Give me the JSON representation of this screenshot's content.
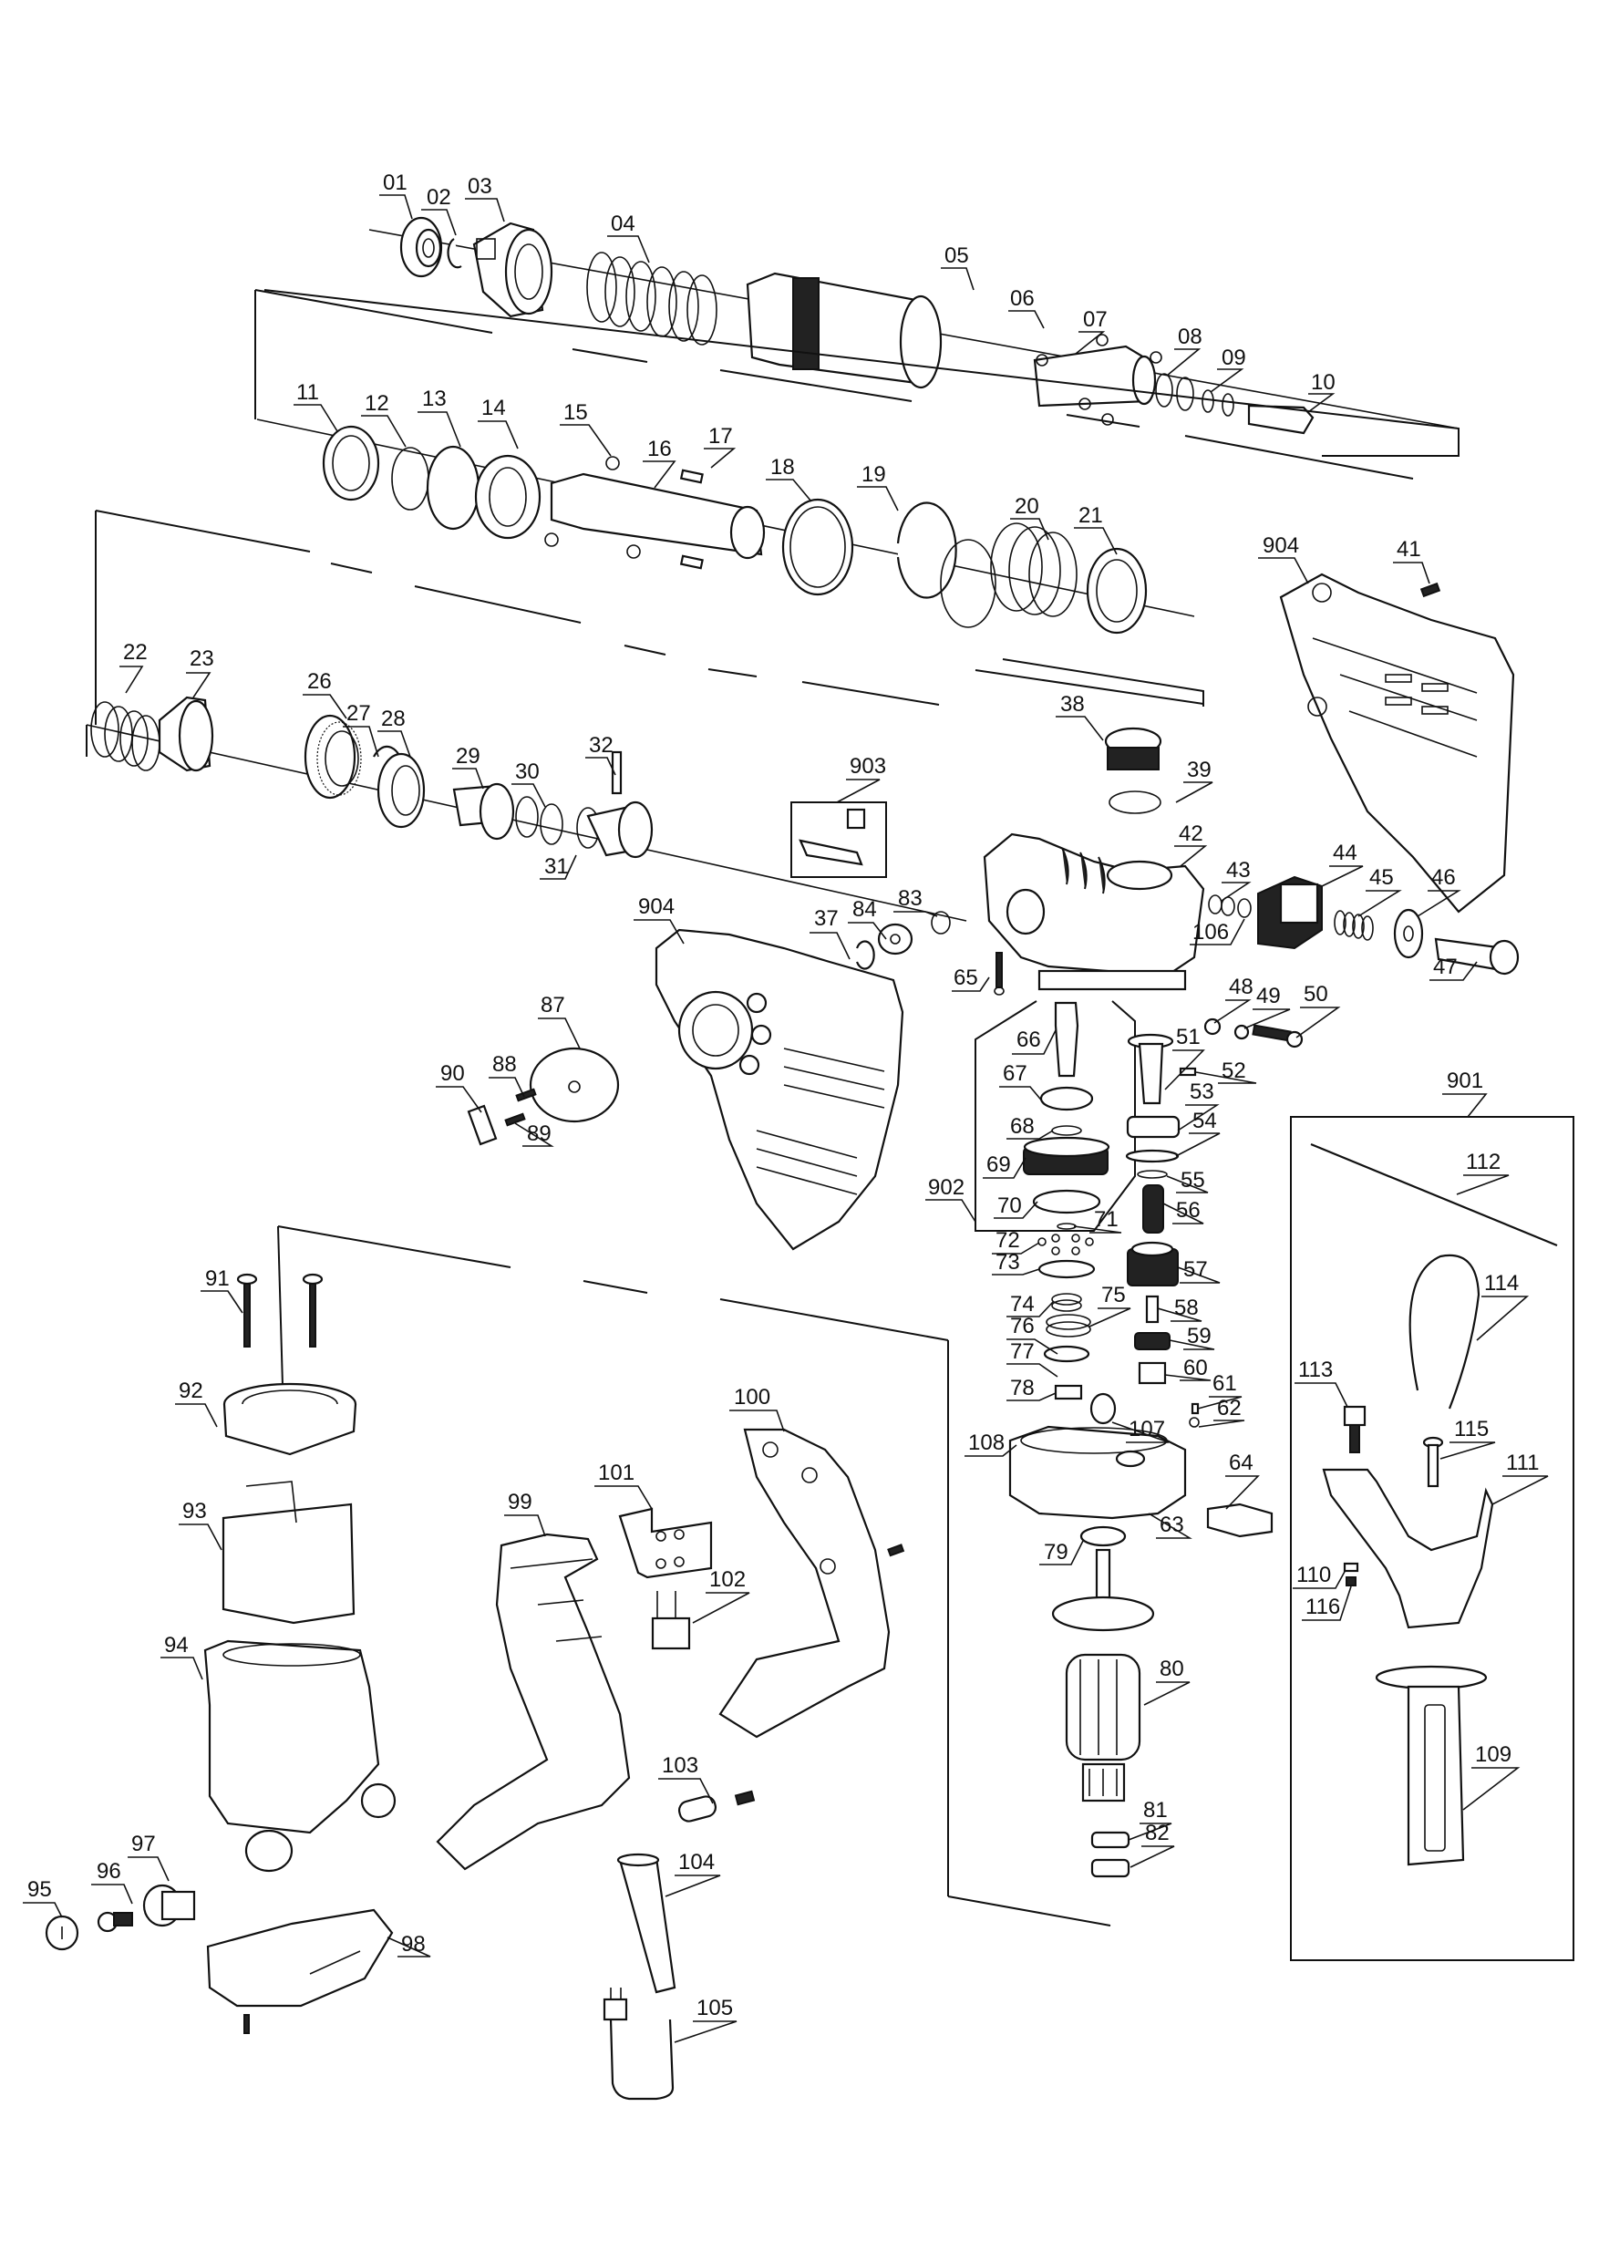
{
  "diagram": {
    "title": "Rotary hammer drill exploded parts diagram",
    "background": "#ffffff",
    "ink": "#111111"
  },
  "labels": {
    "p01": "01",
    "p02": "02",
    "p03": "03",
    "p04": "04",
    "p05": "05",
    "p06": "06",
    "p07": "07",
    "p08": "08",
    "p09": "09",
    "p10": "10",
    "p11": "11",
    "p12": "12",
    "p13": "13",
    "p14": "14",
    "p15": "15",
    "p16": "16",
    "p17": "17",
    "p18": "18",
    "p19": "19",
    "p20": "20",
    "p21": "21",
    "p22": "22",
    "p23": "23",
    "p26": "26",
    "p27": "27",
    "p28": "28",
    "p29": "29",
    "p30": "30",
    "p31": "31",
    "p32": "32",
    "p37": "37",
    "p38": "38",
    "p39": "39",
    "p41": "41",
    "p42": "42",
    "p43": "43",
    "p44": "44",
    "p45": "45",
    "p46": "46",
    "p47": "47",
    "p48": "48",
    "p49": "49",
    "p50": "50",
    "p51": "51",
    "p52": "52",
    "p53": "53",
    "p54": "54",
    "p55": "55",
    "p56": "56",
    "p57": "57",
    "p58": "58",
    "p59": "59",
    "p60": "60",
    "p61": "61",
    "p62": "62",
    "p63": "63",
    "p64": "64",
    "p65": "65",
    "p66": "66",
    "p67": "67",
    "p68": "68",
    "p69": "69",
    "p70": "70",
    "p71": "71",
    "p72": "72",
    "p73": "73",
    "p74": "74",
    "p75": "75",
    "p76": "76",
    "p77": "77",
    "p78": "78",
    "p79": "79",
    "p80": "80",
    "p81": "81",
    "p82": "82",
    "p83": "83",
    "p84": "84",
    "p87": "87",
    "p88": "88",
    "p89": "89",
    "p90": "90",
    "p91": "91",
    "p92": "92",
    "p93": "93",
    "p94": "94",
    "p95": "95",
    "p96": "96",
    "p97": "97",
    "p98": "98",
    "p99": "99",
    "p100": "100",
    "p101": "101",
    "p102": "102",
    "p103": "103",
    "p104": "104",
    "p105": "105",
    "p106": "106",
    "p107": "107",
    "p108": "108",
    "p109": "109",
    "p110": "110",
    "p111": "111",
    "p112": "112",
    "p113": "113",
    "p114": "114",
    "p115": "115",
    "p116": "116",
    "p901": "901",
    "p902": "902",
    "p903": "903",
    "p904a": "904",
    "p904b": "904"
  }
}
